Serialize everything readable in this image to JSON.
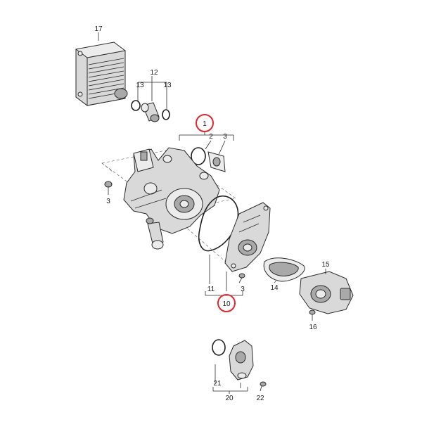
{
  "colors": {
    "highlight": "#e3262b",
    "line": "#2a2a2a",
    "part": "#d9d9d9"
  },
  "labels": {
    "p1": "1",
    "p2": "2",
    "p3a": "3",
    "p3b": "3",
    "p3c": "3",
    "p10": "10",
    "p11": "11",
    "p12": "12",
    "p13a": "13",
    "p13b": "13",
    "p14": "14",
    "p15": "15",
    "p16": "16",
    "p17": "17",
    "p20": "20",
    "p21": "21",
    "p22": "22"
  }
}
